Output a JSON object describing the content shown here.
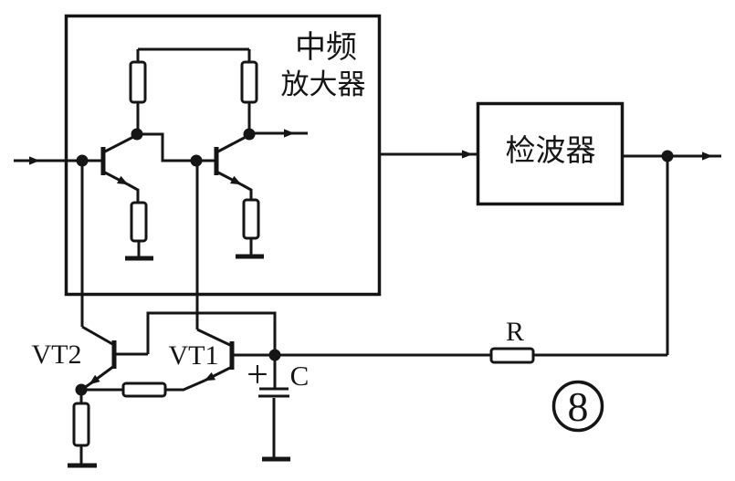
{
  "figure": {
    "background": "#ffffff",
    "ink": "#151515",
    "blocks": {
      "if_amplifier": {
        "label_line1": "中频",
        "label_line2": "放大器"
      },
      "detector": {
        "label": "检波器"
      }
    },
    "components": {
      "vt1_label": "VT1",
      "vt2_label": "VT2",
      "resistor_label": "R",
      "capacitor_label": "C",
      "capacitor_polarity": "+"
    },
    "figure_number": "8"
  }
}
